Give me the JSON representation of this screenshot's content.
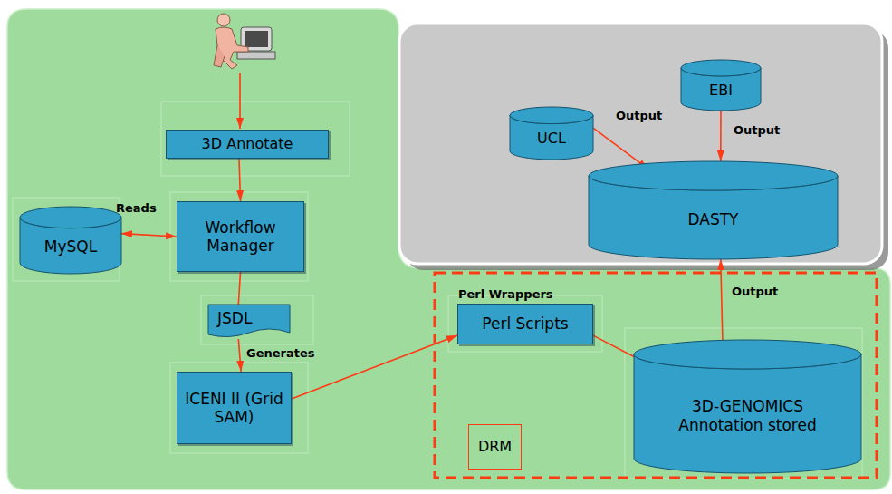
{
  "diagram": {
    "nodes": [
      {
        "text": [
          "3D Annotate"
        ]
      },
      {
        "text": [
          "MySQL"
        ]
      },
      {
        "text": [
          "Workflow Manager"
        ]
      },
      {
        "text": [
          "JSDL"
        ]
      },
      {
        "text": [
          "ICENI II (Grid SAM)"
        ]
      },
      {
        "text": [
          "UCL"
        ]
      },
      {
        "text": [
          "EBI"
        ]
      },
      {
        "text": [
          "DASTY"
        ]
      },
      {
        "text": [
          "Perl Wrappers",
          "Perl Scripts"
        ]
      },
      {
        "text": [
          "DRM"
        ]
      },
      {
        "text": [
          "3D-GENOMICS Annotation stored"
        ]
      }
    ],
    "edges": [
      {
        "from": 0,
        "to": 2,
        "arrow": "to"
      },
      {
        "from": 1,
        "to": 2,
        "label": "Reads",
        "arrow": "both"
      },
      {
        "from": 2,
        "to": 3,
        "arrow": "none"
      },
      {
        "from": 3,
        "to": 4,
        "label": "Generates",
        "arrow": "to"
      },
      {
        "from": 4,
        "to": 8,
        "arrow": "to"
      },
      {
        "from": 8,
        "to": 10,
        "arrow": "to"
      },
      {
        "from": 10,
        "to": 7,
        "label": "Output",
        "arrow": "to"
      },
      {
        "from": 5,
        "to": 7,
        "label": "Output",
        "arrow": "to"
      },
      {
        "from": 6,
        "to": 7,
        "label": "Output",
        "arrow": "to"
      }
    ]
  }
}
